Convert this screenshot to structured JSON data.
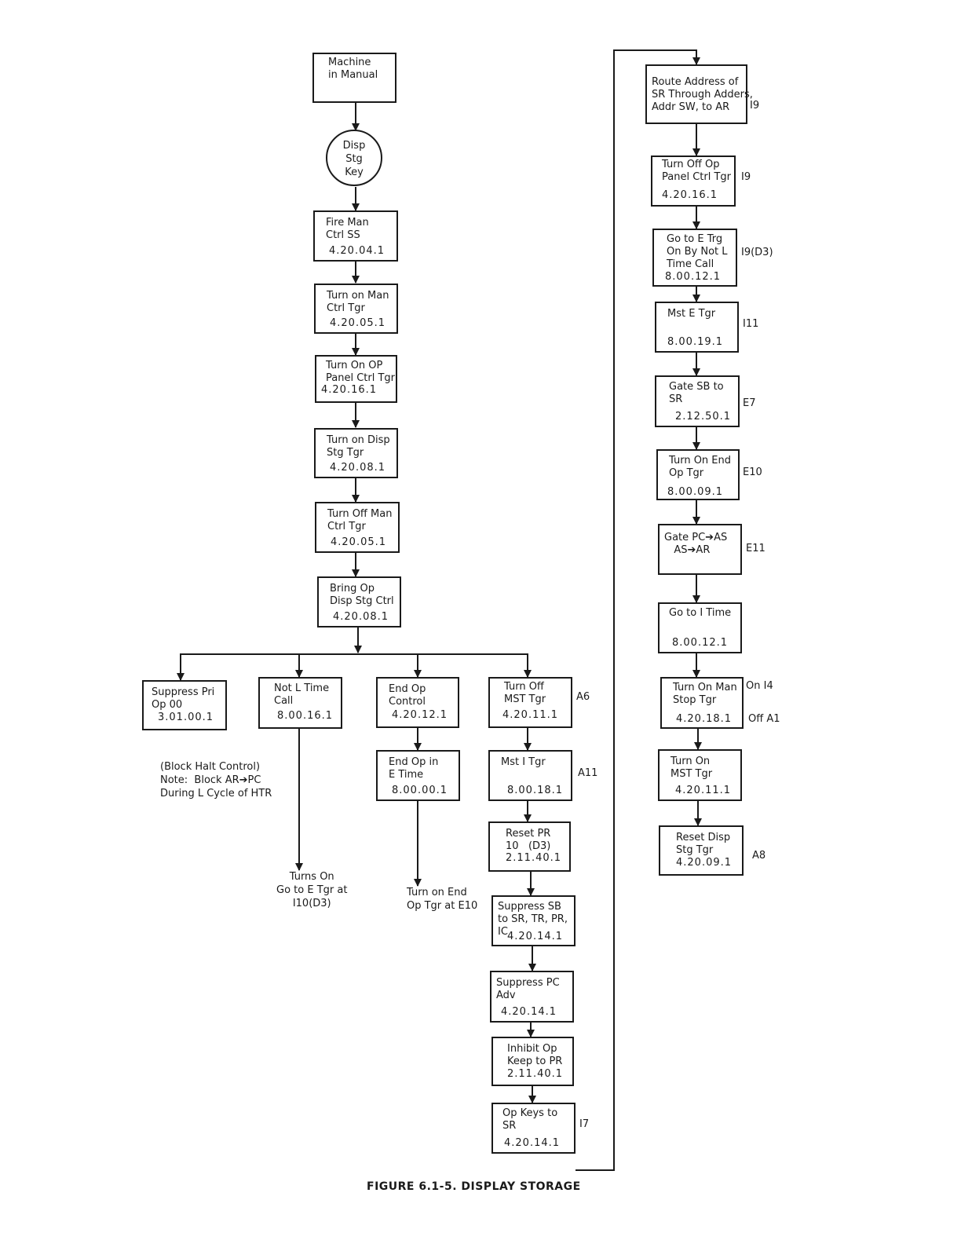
{
  "caption": "FIGURE 6.1-5.    DISPLAY STORAGE",
  "start": {
    "text": "Machine\nin Manual"
  },
  "key": {
    "text": "Disp\nStg\nKey"
  },
  "steps": {
    "fire_man": {
      "text": "Fire Man\nCtrl SS",
      "code": "4.20.04.1"
    },
    "turn_on_man": {
      "text": "Turn on Man\nCtrl Tgr",
      "code": "4.20.05.1"
    },
    "turn_on_op_panel": {
      "text": "Turn On OP\nPanel Ctrl Tgr",
      "code": "4.20.16.1"
    },
    "turn_on_disp_stg": {
      "text": "Turn on Disp\nStg Tgr",
      "code": "4.20.08.1"
    },
    "turn_off_man": {
      "text": "Turn Off Man\nCtrl Tgr",
      "code": "4.20.05.1"
    },
    "bring_op": {
      "text": "Bring Op\nDisp Stg Ctrl",
      "code": "4.20.08.1"
    },
    "suppress_pri": {
      "text": "Suppress Pri\nOp 00",
      "code": "3.01.00.1"
    },
    "not_l_time": {
      "text": "Not L Time\nCall",
      "code": "8.00.16.1"
    },
    "end_op_control": {
      "text": "End Op\nControl",
      "code": "4.20.12.1"
    },
    "end_op_e_time": {
      "text": "End Op in\nE Time",
      "code": "8.00.00.1"
    },
    "turn_off_mst": {
      "text": "Turn Off\nMST Tgr",
      "code": "4.20.11.1",
      "ref": "A6"
    },
    "mst_i": {
      "text": "Mst I Tgr",
      "code": "8.00.18.1",
      "ref": "A11"
    },
    "reset_pr": {
      "text": "Reset PR\n10   (D3)",
      "code": "2.11.40.1"
    },
    "suppress_sb": {
      "text": "Suppress SB\nto SR, TR, PR,\nIC",
      "code": "4.20.14.1"
    },
    "suppress_pc": {
      "text": "Suppress PC\nAdv",
      "code": "4.20.14.1"
    },
    "inhibit_op": {
      "text": "Inhibit Op\nKeep to PR",
      "code": "2.11.40.1"
    },
    "op_keys": {
      "text": "Op Keys to\nSR",
      "code": "4.20.14.1",
      "ref": "I7"
    },
    "route_address": {
      "text": "Route Address of\nSR Through Adders,\nAddr SW, to AR",
      "ref": "I9"
    },
    "turn_off_op_panel": {
      "text": "Turn Off Op\nPanel Ctrl Tgr",
      "code": "4.20.16.1",
      "ref": "I9"
    },
    "go_to_e": {
      "text": "Go to E Trg\nOn By Not L\nTime Call",
      "code": "8.00.12.1",
      "ref": "I9(D3)"
    },
    "mst_e": {
      "text": "Mst E Tgr",
      "code": "8.00.19.1",
      "ref": "I11"
    },
    "gate_sb": {
      "text": "Gate SB to\nSR",
      "code": "2.12.50.1",
      "ref": "E7"
    },
    "turn_on_end_op": {
      "text": "Turn On End\nOp Tgr",
      "code": "8.00.09.1",
      "ref": "E10"
    },
    "gate_pc": {
      "text": "Gate PC➔AS\n   AS➔AR",
      "ref": "E11"
    },
    "go_to_i": {
      "text": "Go to I Time",
      "code": "8.00.12.1"
    },
    "turn_on_man_stop": {
      "text": "Turn On Man\nStop Tgr",
      "code": "4.20.18.1",
      "ref_on": "On I4",
      "ref_off": "Off A1"
    },
    "turn_on_mst": {
      "text": "Turn On\nMST Tgr",
      "code": "4.20.11.1"
    },
    "reset_disp": {
      "text": "Reset Disp\nStg Tgr",
      "code": "4.20.09.1",
      "ref": "A8"
    }
  },
  "notes": {
    "block_halt": "(Block Halt Control)\nNote:  Block AR➔PC\nDuring L Cycle of HTR",
    "turns_on": "Turns On\nGo to E Tgr at\nI10(D3)",
    "turn_on_end": "Turn on End\nOp Tgr at E10"
  }
}
